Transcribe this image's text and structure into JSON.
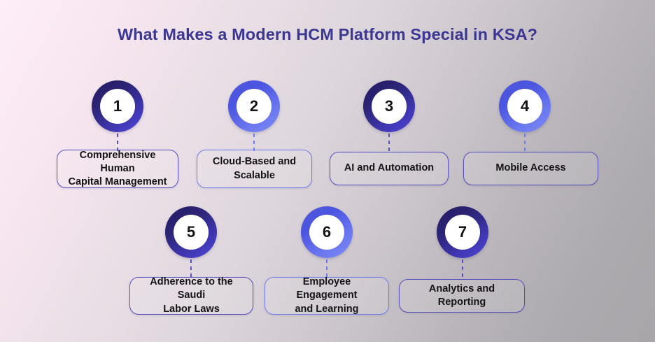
{
  "page": {
    "title": "What Makes a Modern HCM Platform Special in KSA?",
    "background_start": "#fdeef7",
    "background_end": "#a8a6a9",
    "title_color": "#3b3793"
  },
  "theme": {
    "dark_accent": "#2c2475",
    "light_accent": "#4f56d8",
    "box_border_dark": "#574ec0",
    "box_border_light": "#6f7ced",
    "number_color": "#141414",
    "label_color": "#141414"
  },
  "steps": [
    {
      "number": "1",
      "label": "Comprehensive Human Capital Management",
      "line1": "Comprehensive Human",
      "line2": "Capital Management",
      "variant": "dark"
    },
    {
      "number": "2",
      "label": "Cloud-Based and Scalable",
      "line1": "Cloud-Based and",
      "line2": "Scalable",
      "variant": "light"
    },
    {
      "number": "3",
      "label": "AI and Automation",
      "line1": "AI and Automation",
      "line2": "",
      "variant": "dark"
    },
    {
      "number": "4",
      "label": "Mobile Access",
      "line1": "Mobile Access",
      "line2": "",
      "variant": "light"
    },
    {
      "number": "5",
      "label": "Adherence to the Saudi Labor Laws",
      "line1": "Adherence to the Saudi",
      "line2": "Labor Laws",
      "variant": "dark"
    },
    {
      "number": "6",
      "label": "Employee Engagement and Learning",
      "line1": "Employee Engagement",
      "line2": "and Learning",
      "variant": "light"
    },
    {
      "number": "7",
      "label": "Analytics and Reporting",
      "line1": "Analytics and Reporting",
      "line2": "",
      "variant": "dark"
    }
  ]
}
